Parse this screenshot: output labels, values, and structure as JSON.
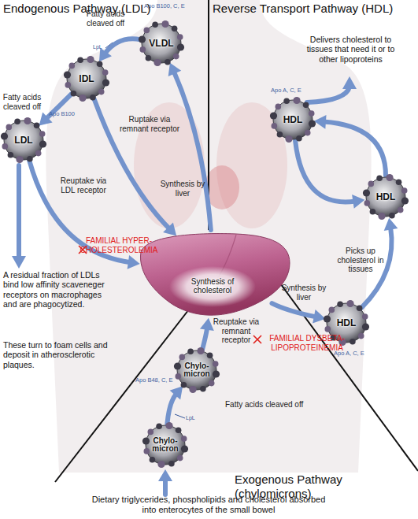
{
  "diagram": {
    "nodes": [
      {
        "text": [
          "VLDL",
          "Apo B100, C, E"
        ]
      },
      {
        "text": [
          "IDL"
        ]
      },
      {
        "text": [
          "LDL",
          "Apo B100"
        ]
      },
      {
        "text": [
          "HDL",
          "Apo A, C, E"
        ]
      },
      {
        "text": [
          "HDL"
        ]
      },
      {
        "text": [
          "Synthesis of cholesterol"
        ]
      },
      {
        "text": [
          "HDL",
          "Apo A, C, E"
        ]
      },
      {
        "text": [
          "Chylo- micron",
          "Apo B48, C, E"
        ]
      },
      {
        "text": [
          "Chylo- micron"
        ]
      }
    ],
    "edges": [
      {
        "from": 0,
        "to": 1,
        "arrow": "to",
        "label": "Fatty acids cleaved off"
      },
      {
        "from": 1,
        "to": 2,
        "arrow": "to",
        "label": "Fatty acids cleaved off"
      },
      {
        "from": 1,
        "to": 5,
        "arrow": "to",
        "label": "Ruptake via remnant receptor"
      },
      {
        "from": 2,
        "to": 5,
        "arrow": "to",
        "label": "Reuptake via LDL receptor"
      },
      {
        "from": 5,
        "to": 0,
        "arrow": "to",
        "label": "Synthesis by liver"
      },
      {
        "from": 5,
        "to": 6,
        "arrow": "to",
        "label": "Synthesis by liver"
      },
      {
        "from": 6,
        "to": 4,
        "arrow": "to",
        "label": "Picks up cholesterol in tissues"
      },
      {
        "from": 4,
        "to": 3,
        "arrow": "to"
      },
      {
        "from": 3,
        "to": 4,
        "arrow": "to"
      },
      {
        "from": 8,
        "to": 7,
        "arrow": "to",
        "label": "Fatty acids cleaved off"
      },
      {
        "from": 7,
        "to": 5,
        "arrow": "to",
        "label": "Reuptake via remnant receptor"
      }
    ],
    "labels": [
      "Endogenous Pathway (LDL)",
      "Reverse Transport Pathway (HDL)",
      "LpL",
      "FAMILIAL HYPER- CHOLESTEROLEMIA",
      "A residual fraction of LDLs bind low affinity scaveneger receptors on macrophages and are phagocytized.",
      "These turn to foam cells and deposit in atherosclerotic plaques.",
      "Delivers cholesterol to tissues that need it or to other lipoproteins",
      "FAMILIAL DYSBETA- LIPOPROTEINEMIA",
      "LpL",
      "Dietary triglycerides, phospholipids and cholesterol absorbed into enterocytes of the small bowel",
      "Exogenous Pathway (chylomicrons)"
    ]
  }
}
